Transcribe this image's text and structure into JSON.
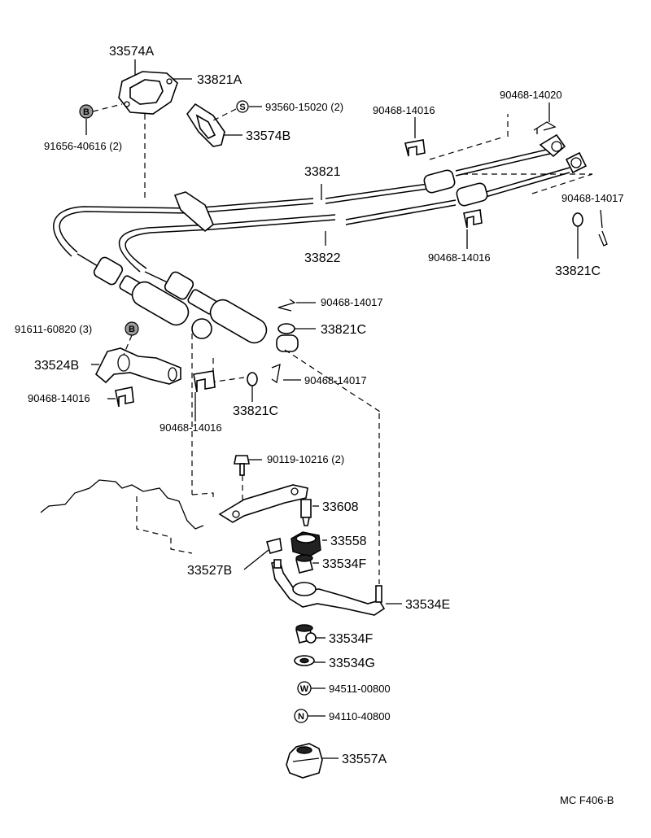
{
  "labels": {
    "p33574A": "33574A",
    "p33821A": "33821A",
    "p91656": "91656-40616 (2)",
    "p93560": "93560-15020 (2)",
    "p33574B": "33574B",
    "p90468_14020": "90468-14020",
    "p90468_14016_top": "90468-14016",
    "p33821": "33821",
    "p33822": "33822",
    "p90468_14017_right": "90468-14017",
    "p90468_14016_mid": "90468-14016",
    "p33821C_right": "33821C",
    "p90468_14017_mid": "90468-14017",
    "p33821C_mid": "33821C",
    "p91611": "91611-60820 (3)",
    "p33524B": "33524B",
    "p90468_14017_low": "90468-14017",
    "p90468_14016_left": "90468-14016",
    "p33821C_low": "33821C",
    "p90468_14016_low": "90468-14016",
    "p90119": "90119-10216 (2)",
    "p33608": "33608",
    "p33558": "33558",
    "p33534F_a": "33534F",
    "p33527B": "33527B",
    "p33534E": "33534E",
    "p33534F_b": "33534F",
    "p33534G": "33534G",
    "p94511": "94511-00800",
    "p94110": "94110-40800",
    "p33557A": "33557A"
  },
  "symbols": {
    "b1": "B",
    "b2": "B",
    "s": "S",
    "w": "W",
    "n": "N"
  },
  "footer": {
    "code": "MC  F406-B"
  }
}
